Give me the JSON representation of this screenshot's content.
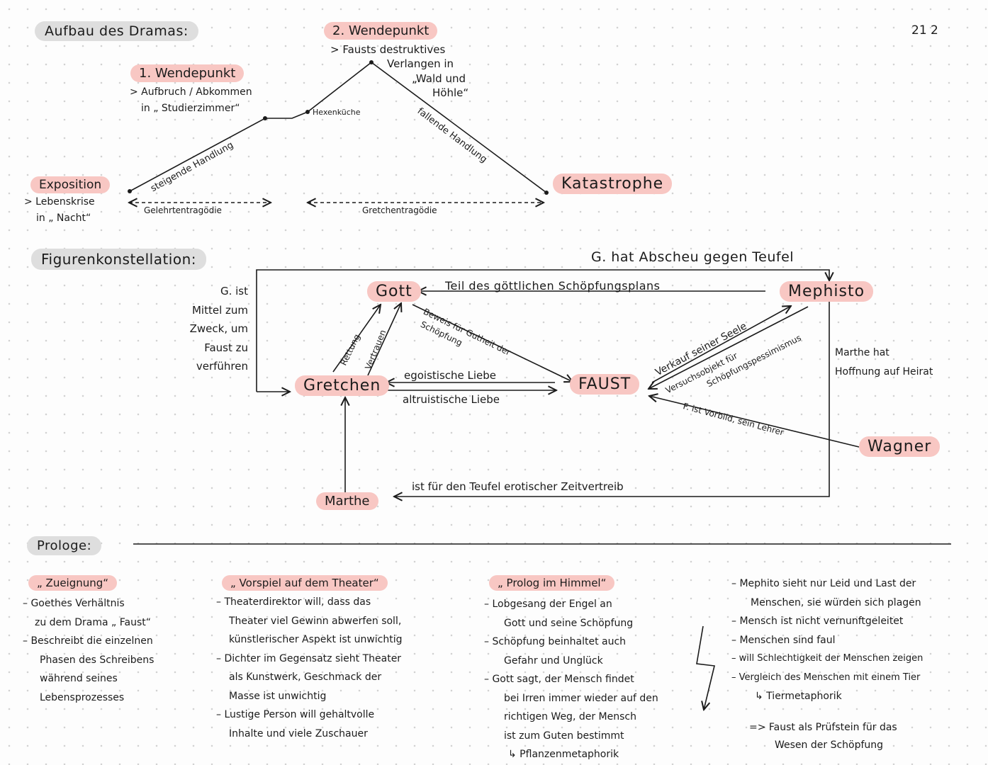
{
  "page_number": "21 2",
  "drama": {
    "heading": "Aufbau des Dramas:",
    "wende2_label": "2. Wendepunkt",
    "wende2_lines": [
      "> Fausts destruktives",
      "Verlangen in",
      "„Wald und",
      "Höhle“"
    ],
    "wende1_label": "1. Wendepunkt",
    "wende1_lines": [
      "> Aufbruch / Abkommen",
      "in „ Studierzimmer“"
    ],
    "hexenkueche": "Hexenküche",
    "exposition_label": "Exposition",
    "exposition_lines": [
      "> Lebenskrise",
      "in „ Nacht“"
    ],
    "steigende": "steigende Handlung",
    "fallende": "fallende Handlung",
    "katastrophe": "Katastrophe",
    "gelehrten": "Gelehrtentragödie",
    "gretchentragoedie": "Gretchentragödie"
  },
  "figuren": {
    "heading": "Figurenkonstellation:",
    "nodes": {
      "gott": "Gott",
      "mephisto": "Mephisto",
      "gretchen": "Gretchen",
      "faust": "FAUST",
      "wagner": "Wagner",
      "marthe": "Marthe"
    },
    "g_abscheu": "G. hat Abscheu gegen Teufel",
    "teil": "Teil des göttlichen Schöpfungsplans",
    "g_ist_lines": [
      "G. ist",
      "Mittel zum",
      "Zweck, um",
      "Faust zu",
      "verführen"
    ],
    "rettung": "Rettung",
    "vertrauen": "Vertrauen",
    "beweis_1": "Beweis für Gutheit der",
    "beweis_2": "Schöpfung",
    "verkauf": "Verkauf seiner Seele",
    "versuchs_1": "Versuchsobjekt für",
    "versuchs_2": "Schöpfungspessimismus",
    "marthe_hoffnung": [
      "Marthe hat",
      "Hoffnung auf Heirat"
    ],
    "egoistische": "egoistische Liebe",
    "altruistische": "altruistische Liebe",
    "vorbild": "F. ist Vorbild, sein Lehrer",
    "zeitvertreib": "ist für den Teufel erotischer Zeitvertreib"
  },
  "prologe": {
    "heading": "Prologe:",
    "col1_title": "„ Zueignung“",
    "col1_lines": [
      "– Goethes Verhältnis",
      "zu dem Drama „ Faust“",
      "– Beschreibt die einzelnen",
      "Phasen des Schreibens",
      "während seines",
      "Lebensprozesses"
    ],
    "col2_title": "„ Vorspiel auf dem Theater“",
    "col2_lines": [
      "– Theaterdirektor will, dass das",
      "Theater viel Gewinn abwerfen soll,",
      "künstlerischer Aspekt ist unwichtig",
      "– Dichter im Gegensatz sieht Theater",
      "als Kunstwerk, Geschmack der",
      "Masse ist unwichtig",
      "– Lustige Person will gehaltvolle",
      "Inhalte und viele Zuschauer"
    ],
    "col3_title": "„ Prolog im Himmel“",
    "col3_lines": [
      "– Lobgesang der Engel an",
      "Gott und seine Schöpfung",
      "– Schöpfung beinhaltet auch",
      "Gefahr und Unglück",
      "– Gott sagt, der Mensch findet",
      "bei Irren immer wieder auf den",
      "richtigen Weg, der Mensch",
      "ist zum Guten bestimmt",
      "↳ Pflanzenmetaphorik"
    ],
    "col4_lines": [
      "– Mephito sieht nur Leid und Last der",
      "Menschen, sie würden sich plagen",
      "– Mensch ist nicht vernunftgeleitet",
      "– Menschen sind faul",
      "– will Schlechtigkeit der Menschen zeigen",
      "– Vergleich des Menschen mit einem Tier",
      "↳ Tiermetaphorik"
    ],
    "conclusion_1": "=> Faust als Prüfstein für das",
    "conclusion_2": "Wesen der Schöpfung"
  }
}
